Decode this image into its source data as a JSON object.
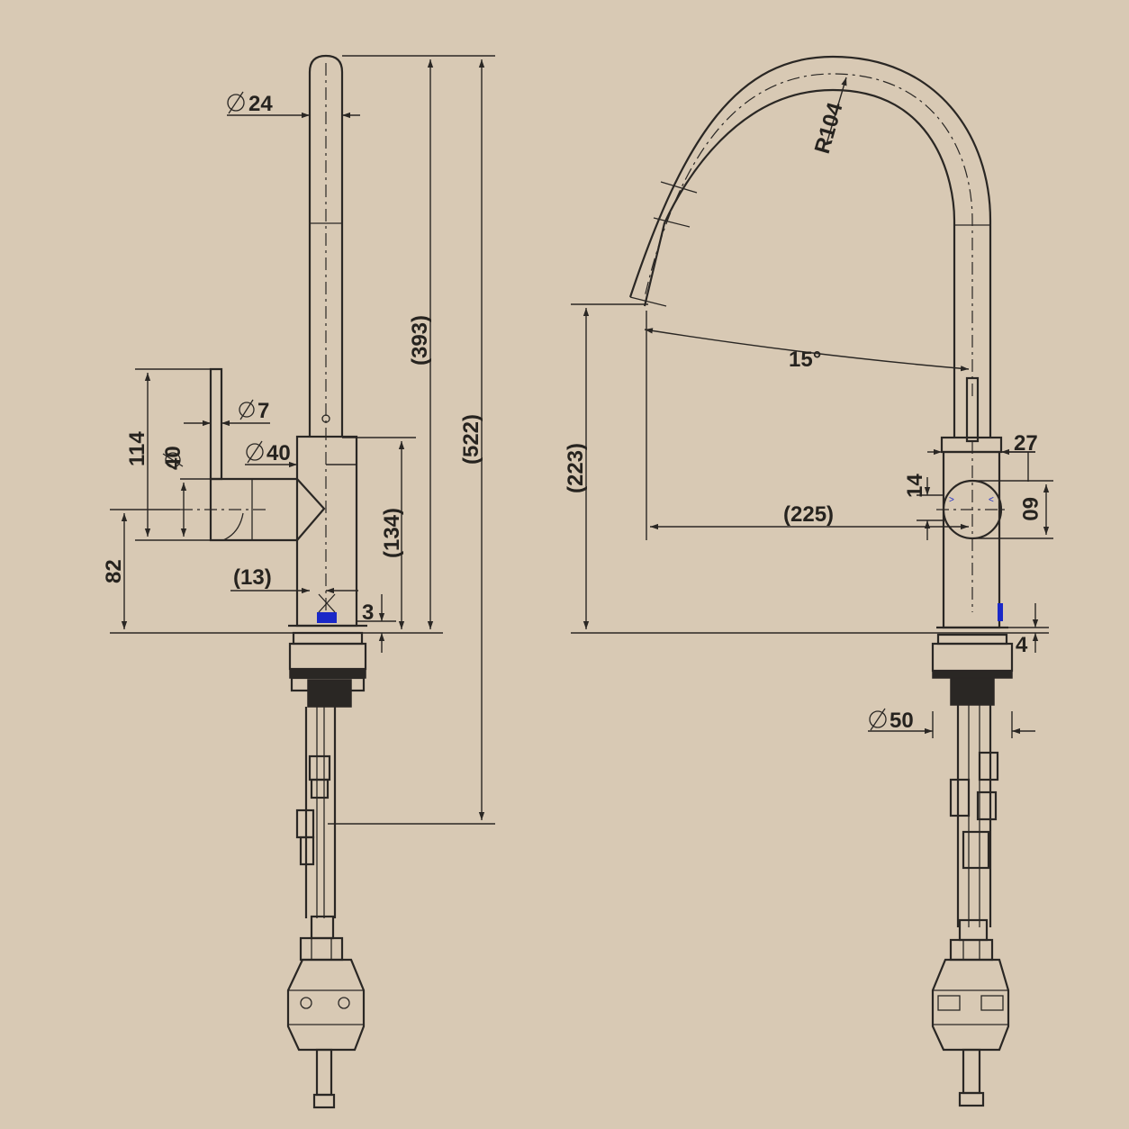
{
  "dimensions": {
    "diam_24": "24",
    "diam_7": "7",
    "diam_40_handle": "40",
    "diam_40_body": "40",
    "dim_114": "114",
    "dim_82": "82",
    "dim_13": "(13)",
    "dim_134": "(134)",
    "dim_393": "(393)",
    "dim_522": "(522)",
    "dim_3": "3",
    "radius": "R104",
    "angle": "15°",
    "dim_223": "(223)",
    "dim_225": "(225)",
    "dim_27": "27",
    "dim_14": "14",
    "dim_60": "60",
    "dim_4": "4",
    "diam_50": "50"
  },
  "colors": {
    "paper": "#d8c9b4",
    "ink": "#2a2724",
    "marker": "#1a28c8"
  }
}
